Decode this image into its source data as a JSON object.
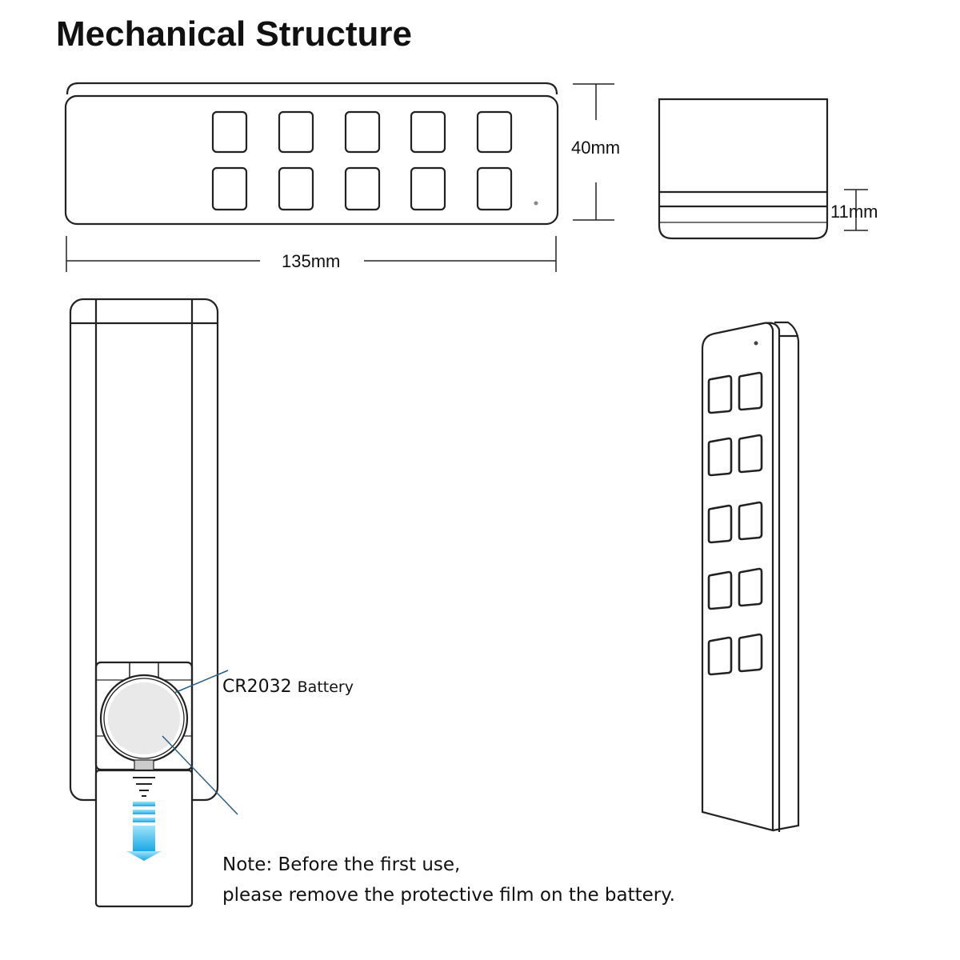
{
  "title": "Mechanical Structure",
  "dimensions": {
    "height": "40mm",
    "length": "135mm",
    "thickness": "11mm"
  },
  "battery": {
    "model": "CR2032",
    "label": "Battery"
  },
  "note": {
    "label": "Note:",
    "line1": "Before the first use,",
    "line2": "please remove the protective film on the battery."
  },
  "colors": {
    "line": "#222222",
    "arrow": "#1fb6e8",
    "leader": "#2a5f86"
  }
}
